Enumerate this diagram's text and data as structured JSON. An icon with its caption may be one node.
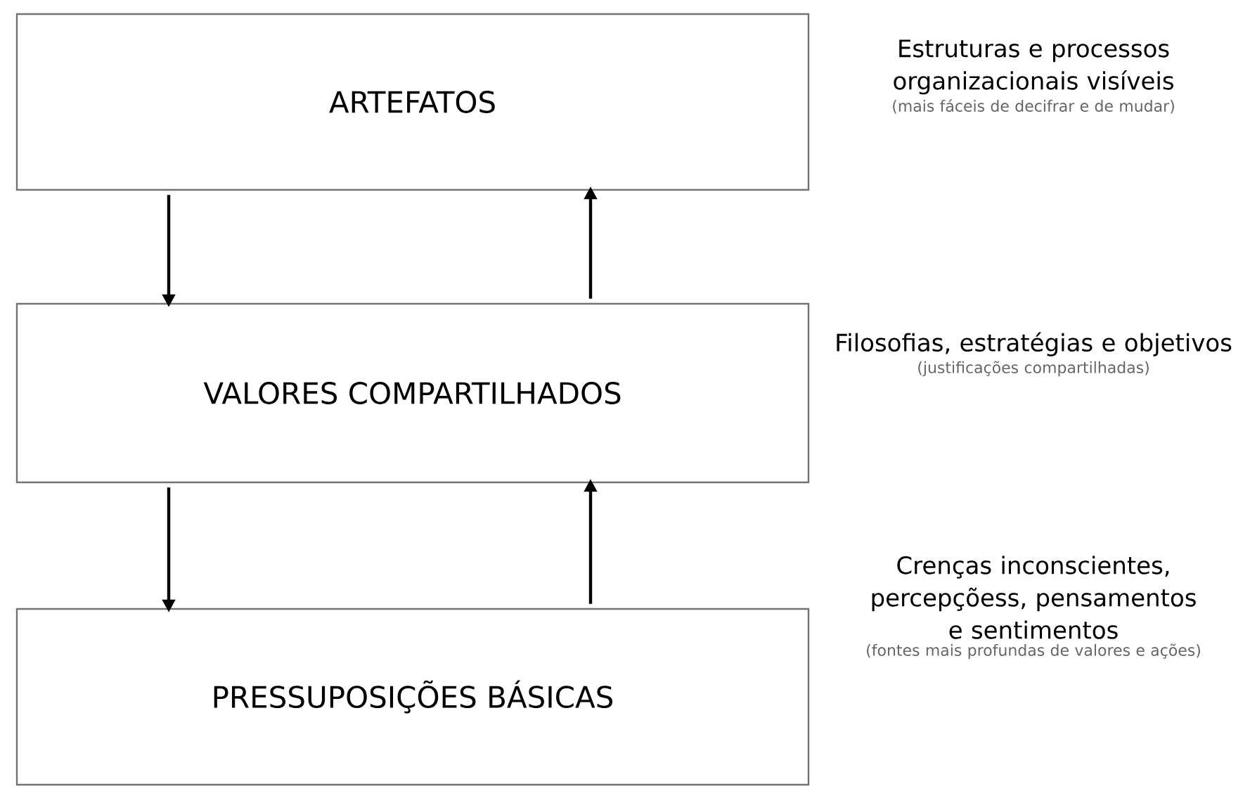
{
  "diagram": {
    "nodes": [
      {
        "text": [
          "ARTEFATOS"
        ],
        "beside": [
          "Estruturas e processos organizacionais visíveis",
          "(mais fáceis de decifrar e de mudar)"
        ]
      },
      {
        "text": [
          "VALORES COMPARTILHADOS"
        ],
        "beside": [
          "Filosofias, estratégias e objetivos",
          "(justificações compartilhadas)"
        ]
      },
      {
        "text": [
          "PRESSUPOSIÇÕES BÁSICAS"
        ],
        "beside": [
          "Crenças inconscientes, percepçõess, pensamentos e sentimentos",
          "(fontes mais profundas de valores e ações)"
        ]
      }
    ],
    "edges": [
      {
        "from": 0,
        "to": 1,
        "arrow": "to"
      },
      {
        "from": 1,
        "to": 0,
        "arrow": "to"
      },
      {
        "from": 1,
        "to": 2,
        "arrow": "to"
      },
      {
        "from": 2,
        "to": 1,
        "arrow": "to"
      }
    ]
  }
}
